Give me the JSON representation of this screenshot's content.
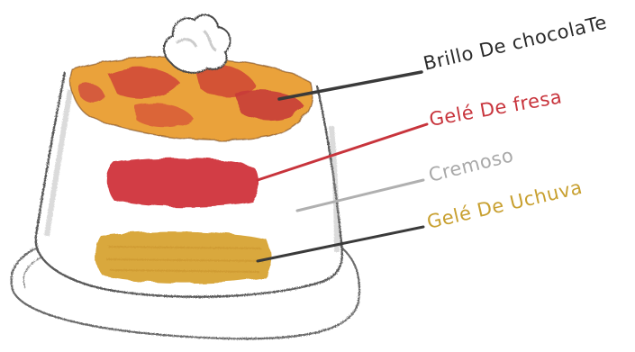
{
  "labels": [
    {
      "text": "Brillo De chocolaTe",
      "color": "#2b2b2b"
    },
    {
      "text": "Gelé De fresa",
      "color": "#c8343c"
    },
    {
      "text": "Cremoso",
      "color": "#a9a9a9"
    },
    {
      "text": "Gelé De Uchuva",
      "color": "#c8a030"
    }
  ],
  "colors": {
    "glaze_orange": "#eaa23a",
    "glaze_red": "#d24a3a",
    "strawberry_gel": "#d23c44",
    "goldenberry_gel": "#d9a83e",
    "outline": "#5a5a5a"
  }
}
